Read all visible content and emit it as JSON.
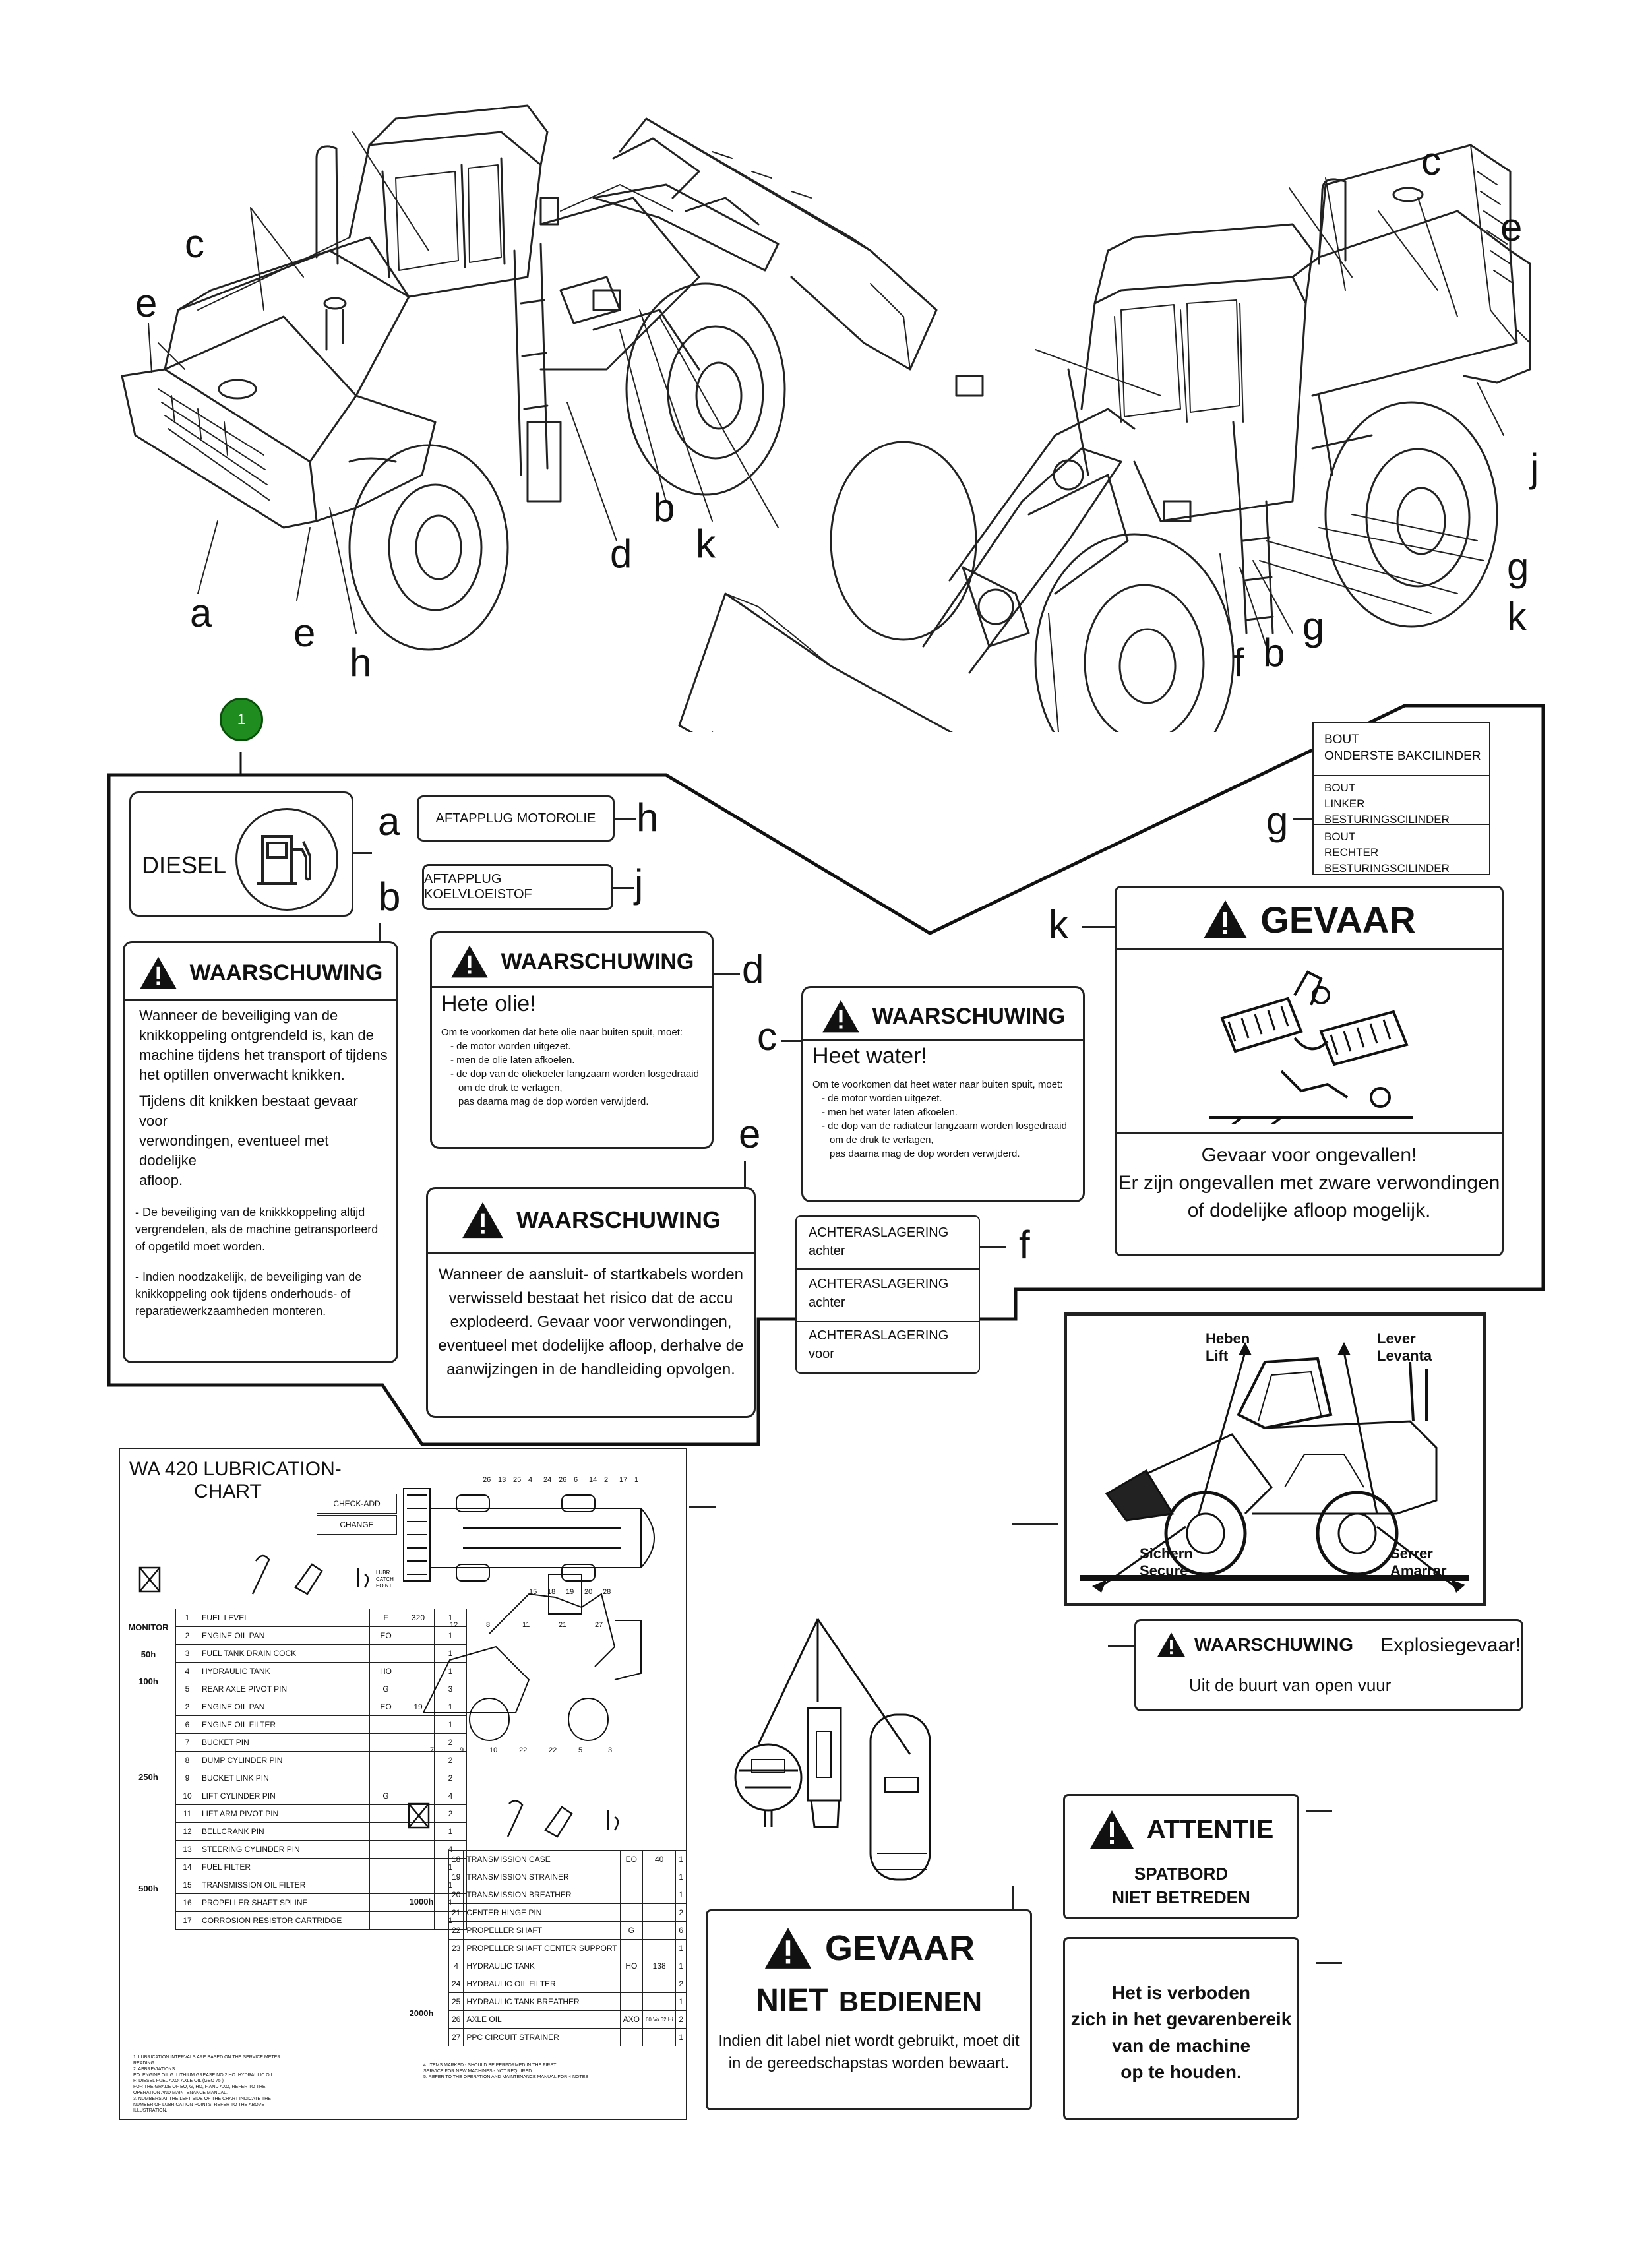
{
  "callout": {
    "number": "1",
    "color": "#1f8c1f"
  },
  "letters": {
    "left_machine": [
      "c",
      "e",
      "a",
      "e",
      "h",
      "d",
      "b",
      "k"
    ],
    "right_machine": [
      "c",
      "e",
      "j",
      "g",
      "k",
      "f",
      "b",
      "g"
    ],
    "labels": [
      "a",
      "b",
      "h",
      "j",
      "d",
      "c",
      "e",
      "f",
      "g",
      "k"
    ]
  },
  "diesel": {
    "text": "DIESEL",
    "icon": "fuel-pump-icon"
  },
  "h_label": "AFTAPPLUG MOTOROLIE",
  "j_label": "AFTAPPLUG KOELVLOEISTOF",
  "g_label": {
    "rows": [
      [
        "BOUT",
        "ONDERSTE BAKCILINDER"
      ],
      [
        "BOUT",
        "LINKER BESTURINGSCILINDER"
      ],
      [
        "BOUT",
        "RECHTER BESTURINGSCILINDER"
      ]
    ]
  },
  "k_label": {
    "header": "GEVAAR",
    "text": [
      "Gevaar voor ongevallen!",
      "Er zijn ongevallen met zware verwondingen",
      "of dodelijke afloop mogelijk."
    ]
  },
  "b_label": {
    "header": "WAARSCHUWING",
    "para1": [
      "Wanneer de beveiliging van de",
      "knikkoppeling ontgrendeld is, kan de",
      "machine tijdens het transport of tijdens",
      "het optillen onverwacht knikken."
    ],
    "para2": [
      "Tijdens dit knikken bestaat gevaar voor",
      "verwondingen, eventueel met dodelijke",
      "afloop."
    ],
    "bullet1": [
      "- De beveiliging van de knikkkoppeling altijd",
      "vergrendelen, als de machine getransporteerd",
      "of opgetild moet worden."
    ],
    "bullet2": [
      "- Indien noodzakelijk, de beveiliging van de",
      "knikkoppeling ook tijdens onderhouds- of",
      "reparatiewerkzaamheden monteren."
    ]
  },
  "d_label": {
    "header": "WAARSCHUWING",
    "title": "Hete olie!",
    "lines": [
      "Om te voorkomen dat hete olie naar buiten spuit, moet:",
      "- de motor worden uitgezet.",
      "- men de olie laten afkoelen.",
      "- de dop van de oliekoeler langzaam worden losgedraaid",
      "om de druk te verlagen,",
      "pas daarna mag de dop worden verwijderd."
    ]
  },
  "c_label": {
    "header": "WAARSCHUWING",
    "title": "Heet water!",
    "lines": [
      "Om te voorkomen dat heet water naar buiten spuit, moet:",
      "- de motor worden uitgezet.",
      "- men het water laten afkoelen.",
      "- de dop van de radiateur langzaam worden losgedraaid",
      "om de druk te verlagen,",
      "pas daarna mag de dop worden verwijderd."
    ]
  },
  "e_label": {
    "header": "WAARSCHUWING",
    "lines": [
      "Wanneer de aansluit- of startkabels worden",
      "verwisseld bestaat het risico dat de accu",
      "explodeerd. Gevaar voor verwondingen,",
      "eventueel met dodelijke afloop, derhalve de",
      "aanwijzingen in de handleiding opvolgen."
    ]
  },
  "f_label": {
    "rows": [
      [
        "ACHTERASLAGERING",
        "achter"
      ],
      [
        "ACHTERASLAGERING",
        "achter"
      ],
      [
        "ACHTERASLAGERING",
        "voor"
      ]
    ]
  },
  "lift_label": {
    "heben": [
      "Heben",
      "Lift"
    ],
    "lever": [
      "Lever",
      "Levanta"
    ],
    "sichern": [
      "Sichern",
      "Secure"
    ],
    "serrer": [
      "Serrer",
      "Amarrar"
    ]
  },
  "explosion": {
    "header": "WAARSCHUWING",
    "title": "Explosiegevaar!",
    "text": "Uit de buurt van open vuur"
  },
  "attentie": {
    "header": "ATTENTIE",
    "lines": [
      "SPATBORD",
      "NIET BETREDEN"
    ]
  },
  "verboden": {
    "lines": [
      "Het is verboden",
      "zich in het gevarenbereik",
      "van de machine",
      "op te houden."
    ]
  },
  "niet_bedienen": {
    "header": "GEVAAR",
    "big1": "NIET",
    "big2": "BEDIENEN",
    "lines": [
      "Indien dit label niet wordt gebruikt, moet dit",
      "in de gereedschapstas worden bewaart."
    ]
  },
  "lube": {
    "title": [
      "WA 420 LUBRICATION-",
      "CHART"
    ],
    "check_add": "CHECK-ADD",
    "change": "CHANGE",
    "col_head": [
      "LUBR.",
      "CATCH",
      "POINT"
    ],
    "intervals": [
      "MONITOR",
      "50h",
      "100h",
      "250h",
      "500h",
      "1000h",
      "2000h"
    ],
    "top_numbers": [
      "26",
      "13",
      "25",
      "4",
      "24",
      "26",
      "6",
      "14",
      "2",
      "17",
      "1"
    ],
    "bottom_numbers": [
      "15",
      "18",
      "19",
      "20",
      "28"
    ],
    "side_numbers": [
      "12",
      "8",
      "11",
      "21",
      "27",
      "7",
      "9",
      "10",
      "22",
      "22",
      "5",
      "3"
    ],
    "left_rows": [
      [
        "1",
        "FUEL LEVEL",
        "F",
        "320",
        "1"
      ],
      [
        "2",
        "ENGINE OIL PAN",
        "EO",
        "",
        "1"
      ],
      [
        "3",
        "FUEL TANK DRAIN COCK",
        "",
        "",
        "1"
      ],
      [
        "4",
        "HYDRAULIC TANK",
        "HO",
        "",
        "1"
      ],
      [
        "5",
        "REAR AXLE PIVOT PIN",
        "G",
        "",
        "3"
      ],
      [
        "2",
        "ENGINE OIL PAN",
        "EO",
        "19",
        "1"
      ],
      [
        "6",
        "ENGINE OIL FILTER",
        "",
        "",
        "1"
      ],
      [
        "7",
        "BUCKET PIN",
        "",
        "",
        "2"
      ],
      [
        "8",
        "DUMP CYLINDER PIN",
        "",
        "",
        "2"
      ],
      [
        "9",
        "BUCKET LINK PIN",
        "",
        "",
        "2"
      ],
      [
        "10",
        "LIFT CYLINDER PIN",
        "G",
        "",
        "4"
      ],
      [
        "11",
        "LIFT ARM PIVOT PIN",
        "",
        "",
        "2"
      ],
      [
        "12",
        "BELLCRANK PIN",
        "",
        "",
        "1"
      ],
      [
        "13",
        "STEERING CYLINDER PIN",
        "",
        "",
        "4"
      ],
      [
        "14",
        "FUEL FILTER",
        "",
        "",
        "1"
      ],
      [
        "15",
        "TRANSMISSION OIL FILTER",
        "",
        "",
        "1"
      ],
      [
        "16",
        "PROPELLER SHAFT SPLINE",
        "",
        "",
        "1"
      ],
      [
        "17",
        "CORROSION RESISTOR CARTRIDGE",
        "",
        "",
        "1"
      ]
    ],
    "right_rows": [
      [
        "18",
        "TRANSMISSION CASE",
        "EO",
        "40",
        "1"
      ],
      [
        "19",
        "TRANSMISSION STRAINER",
        "",
        "",
        "1"
      ],
      [
        "20",
        "TRANSMISSION BREATHER",
        "",
        "",
        "1"
      ],
      [
        "21",
        "CENTER HINGE PIN",
        "",
        "",
        "2"
      ],
      [
        "22",
        "PROPELLER SHAFT",
        "G",
        "",
        "6"
      ],
      [
        "23",
        "PROPELLER SHAFT CENTER SUPPORT",
        "",
        "",
        "1"
      ],
      [
        "4",
        "HYDRAULIC TANK",
        "HO",
        "138",
        "1"
      ],
      [
        "24",
        "HYDRAULIC OIL FILTER",
        "",
        "",
        "2"
      ],
      [
        "25",
        "HYDRAULIC TANK BREATHER",
        "",
        "",
        "1"
      ],
      [
        "26",
        "AXLE OIL",
        "AXO",
        "",
        "2"
      ],
      [
        "27",
        "PPC CIRCUIT STRAINER",
        "",
        "",
        "1"
      ]
    ],
    "axle_qty": [
      "60 Vo",
      "62 Hi"
    ],
    "notes_left": [
      "1. LUBRICATION INTERVALS ARE BASED ON THE SERVICE METER",
      "READING.",
      "2. ABBREVIATIONS",
      "EO: ENGINE OIL  G: LITHIUM GREASE NO.2  HO: HYDRAULIC OIL",
      "F: DIESEL FUEL  AXO: AXLE OIL (GEO 75 )",
      "FOR THE GRADE OF EO, G, HO, F AND AXO, REFER TO THE",
      "OPERATION AND MAINTENANCE MANUAL.",
      "3. NUMBERS AT THE LEFT SIDE OF THE CHART INDICATE THE",
      "NUMBER OF LUBRICATION POINTS. REFER TO THE ABOVE",
      "ILLUSTRATION."
    ],
    "notes_right": [
      "4. ITEMS MARKED - SHOULD BE PERFORMED IN THE FIRST",
      "SERVICE FOR NEW MACHINES - NOT REQUIRED",
      "5. REFER TO THE OPERATION AND MAINTENANCE MANUAL FOR 4 NOTES"
    ]
  }
}
